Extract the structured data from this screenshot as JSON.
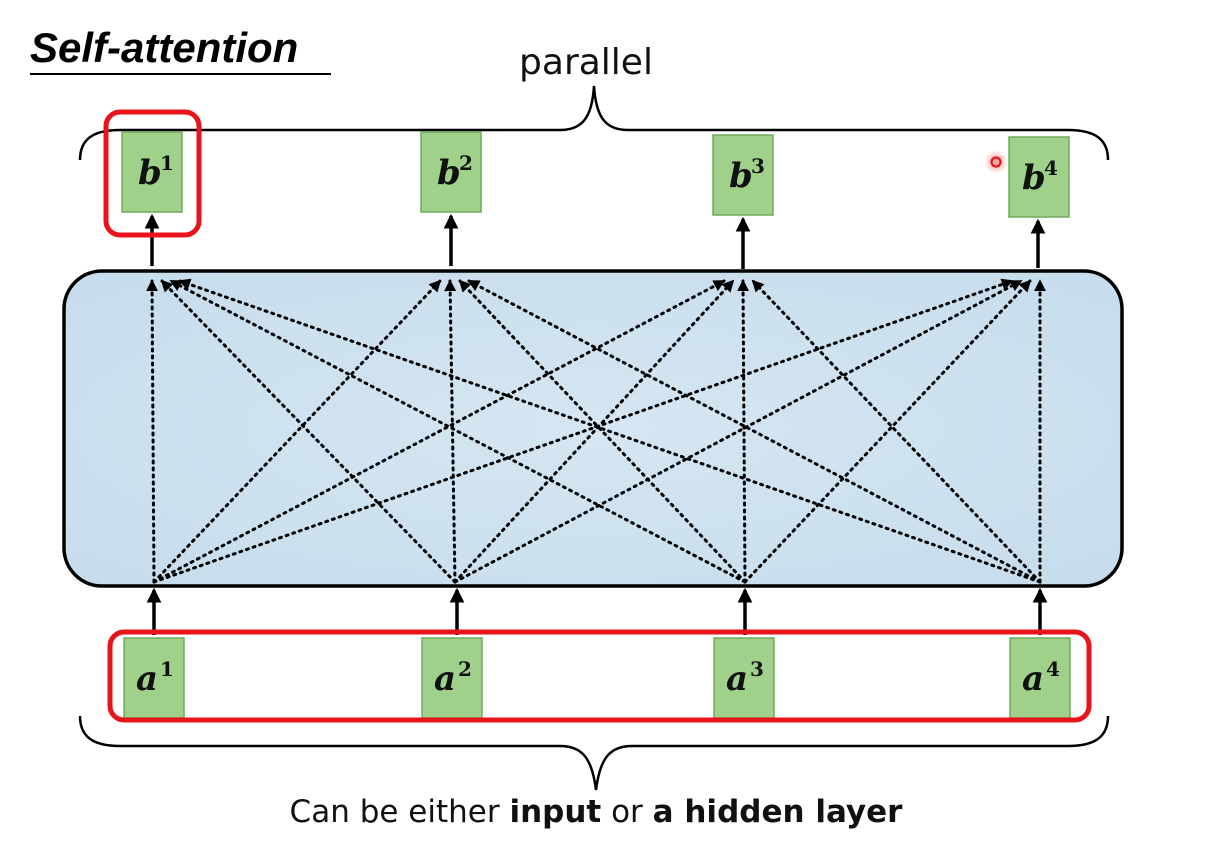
{
  "title": "Self-attention",
  "top_label": "parallel",
  "outputs": [
    {
      "letter": "b",
      "sup": "1"
    },
    {
      "letter": "b",
      "sup": "2"
    },
    {
      "letter": "b",
      "sup": "3"
    },
    {
      "letter": "b",
      "sup": "4"
    }
  ],
  "inputs": [
    {
      "letter": "a",
      "sup": "1"
    },
    {
      "letter": "a",
      "sup": "2"
    },
    {
      "letter": "a",
      "sup": "3"
    },
    {
      "letter": "a",
      "sup": "4"
    }
  ],
  "caption": {
    "part1": "Can be either ",
    "part2": "input",
    "part3": " or ",
    "part4": "a hidden layer"
  },
  "highlighted_output_index": 0,
  "highlighted_inputs": "all",
  "colors": {
    "vector_box": "#9fd18b",
    "highlight_frame": "#e8141b",
    "attention_block": "#cfe2f0",
    "laser_pointer": "#e8141b"
  }
}
